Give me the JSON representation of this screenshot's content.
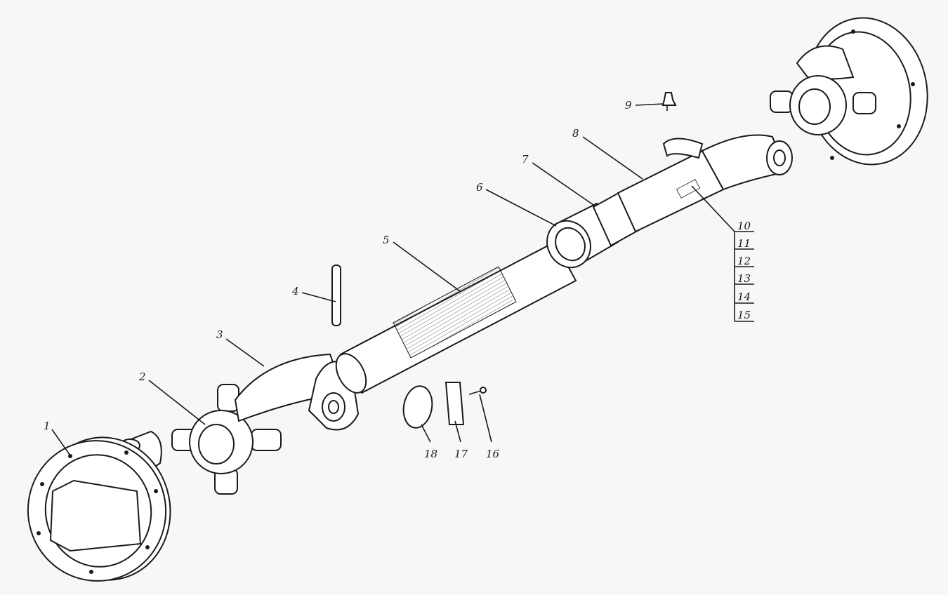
{
  "diagram": {
    "type": "exploded assembly drawing",
    "callouts": [
      {
        "id": "1",
        "text": "1"
      },
      {
        "id": "2",
        "text": "2"
      },
      {
        "id": "3",
        "text": "3"
      },
      {
        "id": "4",
        "text": "4"
      },
      {
        "id": "5",
        "text": "5"
      },
      {
        "id": "6",
        "text": "6"
      },
      {
        "id": "7",
        "text": "7"
      },
      {
        "id": "8",
        "text": "8"
      },
      {
        "id": "9",
        "text": "9"
      },
      {
        "id": "10",
        "text": "10"
      },
      {
        "id": "11",
        "text": "11"
      },
      {
        "id": "12",
        "text": "12"
      },
      {
        "id": "13",
        "text": "13"
      },
      {
        "id": "14",
        "text": "14"
      },
      {
        "id": "15",
        "text": "15"
      },
      {
        "id": "16",
        "text": "16"
      },
      {
        "id": "17",
        "text": "17"
      },
      {
        "id": "18",
        "text": "18"
      }
    ]
  }
}
